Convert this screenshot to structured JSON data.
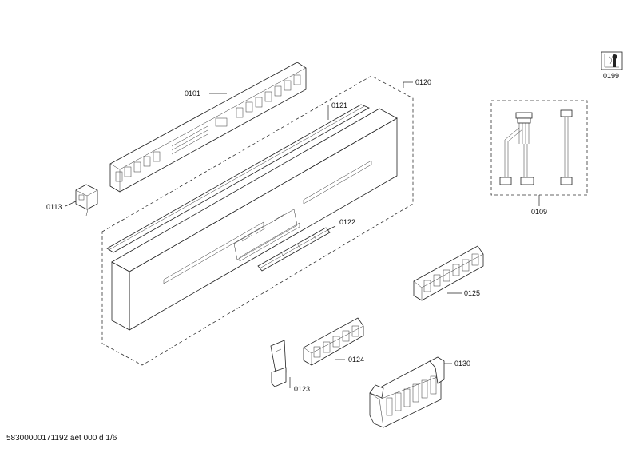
{
  "parts": [
    {
      "id": "p0101",
      "label": "0101"
    },
    {
      "id": "p0113",
      "label": "0113"
    },
    {
      "id": "p0120",
      "label": "0120"
    },
    {
      "id": "p0121",
      "label": "0121"
    },
    {
      "id": "p0122",
      "label": "0122"
    },
    {
      "id": "p0123",
      "label": "0123"
    },
    {
      "id": "p0124",
      "label": "0124"
    },
    {
      "id": "p0125",
      "label": "0125"
    },
    {
      "id": "p0130",
      "label": "0130"
    },
    {
      "id": "p0109",
      "label": "0109"
    },
    {
      "id": "p0199",
      "label": "0199"
    }
  ],
  "footer": "58300000171192 aet 000 d 1/6"
}
